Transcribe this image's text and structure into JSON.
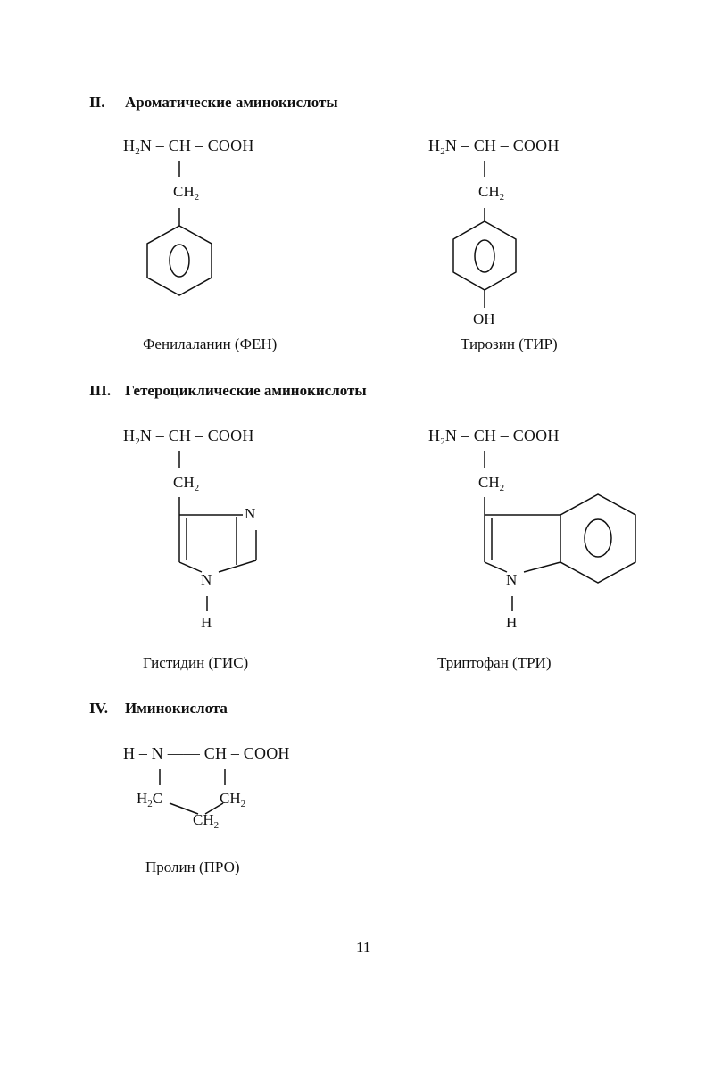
{
  "sections": {
    "aromatic": {
      "number": "II.",
      "title": "Ароматические аминокислоты"
    },
    "heterocyclic": {
      "number": "III.",
      "title": "Гетероциклические аминокислоты"
    },
    "imino": {
      "number": "IV.",
      "title": "Иминокислота"
    }
  },
  "formula": {
    "h": "H",
    "sub2": "2",
    "amine_head": "N – CH – COOH",
    "ch": "CH",
    "oh": "OH",
    "n": "N",
    "nh_h": "H",
    "proline_head": "H – N —— CH – COOH",
    "h2c_h": "H",
    "h2c_c": "C"
  },
  "amino_acids": {
    "phe": "Фенилаланин (ФЕН)",
    "tyr": "Тирозин (ТИР)",
    "his": "Гистидин (ГИС)",
    "trp": "Триптофан (ТРИ)",
    "pro": "Пролин (ПРО)"
  },
  "page_number": "11"
}
